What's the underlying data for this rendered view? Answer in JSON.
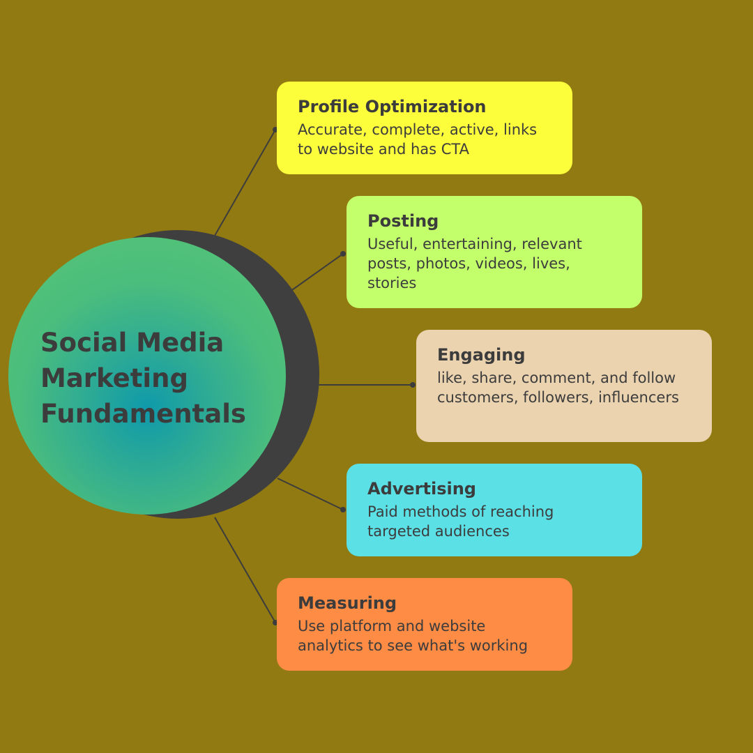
{
  "title": "Social Media Marketing Fundamentals",
  "colors": {
    "background": "#927a12",
    "circle_shadow": "#3f3f3f",
    "circle_gradient_center": "#0f9aab",
    "circle_gradient_edge": "#58c674",
    "text": "#3c3c3c",
    "connector": "#3c3c3c"
  },
  "items": [
    {
      "title": "Profile Optimization",
      "description": "Accurate, complete, active, links to website and has CTA",
      "color": "#fcfd3b"
    },
    {
      "title": "Posting",
      "description": "Useful, entertaining, relevant posts, photos, videos, lives, stories",
      "color": "#c3fe6b"
    },
    {
      "title": "Engaging",
      "description": "like, share, comment, and follow customers, followers, influencers",
      "color": "#ebd3b0"
    },
    {
      "title": "Advertising",
      "description": "Paid methods of reaching targeted audiences",
      "color": "#5be0e6"
    },
    {
      "title": "Measuring",
      "description": "Use platform and website analytics to see what's working",
      "color": "#ff8c45"
    }
  ]
}
